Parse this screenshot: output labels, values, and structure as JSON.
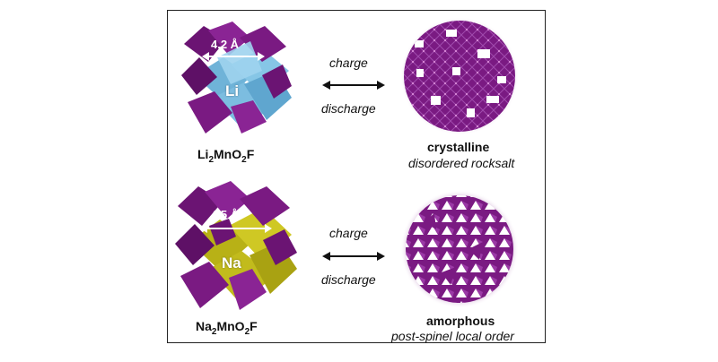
{
  "top_row": {
    "distance": "4.2 Å",
    "ion": "Li",
    "formula": {
      "a": "Li",
      "s1": "2",
      "b": "MnO",
      "s2": "2",
      "c": "F"
    },
    "arrow_top": "charge",
    "arrow_bottom": "discharge",
    "phase_title": "crystalline",
    "phase_subtitle": "disordered rocksalt"
  },
  "bottom_row": {
    "distance": "4.5 Å",
    "ion": "Na",
    "formula": {
      "a": "Na",
      "s1": "2",
      "b": "MnO",
      "s2": "2",
      "c": "F"
    },
    "arrow_top": "charge",
    "arrow_bottom": "discharge",
    "phase_title": "amorphous",
    "phase_subtitle": "post-spinel local order"
  },
  "colors": {
    "purple": "#7a1a82",
    "light_blue": "#7fbfe0",
    "yellow": "#c9c41a",
    "frame": "#222222"
  }
}
